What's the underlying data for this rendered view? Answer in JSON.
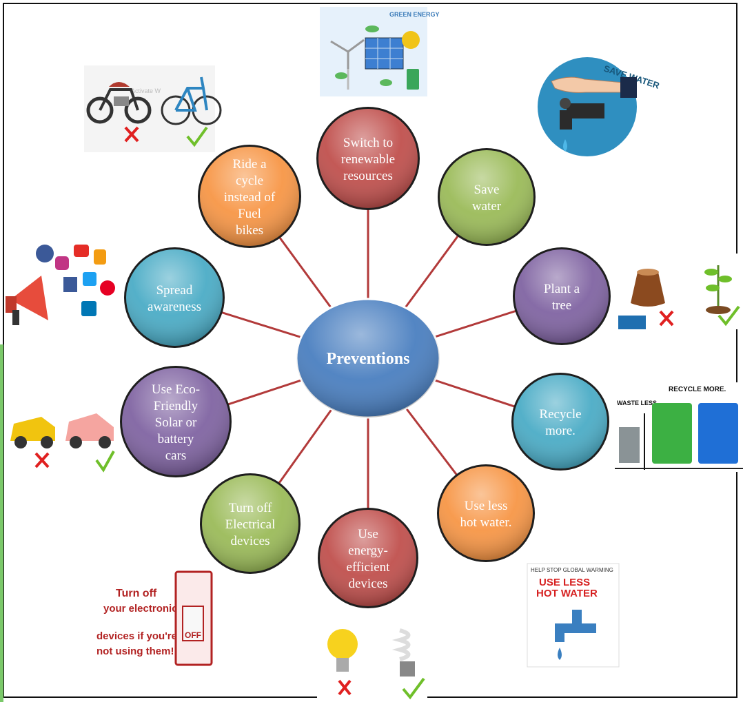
{
  "center": {
    "label": "Preventions",
    "color": "#4a7fc0"
  },
  "spoke_color": "#b23a3a",
  "nodes": [
    {
      "name": "node-renewable",
      "lines": [
        "Switch to",
        "renewable",
        "resources"
      ],
      "color": "#c0504d"
    },
    {
      "name": "node-save-water",
      "lines": [
        "Save",
        "water"
      ],
      "color": "#9bbb59"
    },
    {
      "name": "node-plant-tree",
      "lines": [
        "Plant a",
        "tree"
      ],
      "color": "#8064a2"
    },
    {
      "name": "node-recycle",
      "lines": [
        "Recycle",
        "more."
      ],
      "color": "#4bacc6"
    },
    {
      "name": "node-hot-water",
      "lines": [
        "Use less",
        "hot water."
      ],
      "color": "#f79646"
    },
    {
      "name": "node-energy-efficient",
      "lines": [
        "Use",
        "energy-",
        "efficient",
        "devices"
      ],
      "color": "#c0504d"
    },
    {
      "name": "node-turn-off",
      "lines": [
        "Turn off",
        "Electrical",
        "devices"
      ],
      "color": "#9bbb59"
    },
    {
      "name": "node-eco-cars",
      "lines": [
        "Use Eco-",
        "Friendly",
        "Solar or",
        "battery",
        "cars"
      ],
      "color": "#8064a2"
    },
    {
      "name": "node-awareness",
      "lines": [
        "Spread",
        "awareness"
      ],
      "color": "#4bacc6"
    },
    {
      "name": "node-cycle",
      "lines": [
        "Ride a",
        "cycle",
        "instead of",
        "Fuel",
        "bikes"
      ],
      "color": "#f79646"
    }
  ],
  "illustrations": {
    "green_energy": {
      "caption": "GREEN ENERGY"
    },
    "save_water": {
      "caption": "SAVE WATER"
    },
    "bikes_watermark": {
      "caption": "Activate W"
    },
    "recycle": {
      "caption": "RECYCLE MORE.",
      "waste": "WASTE LESS."
    },
    "hot_water": {
      "caption": "HELP STOP GLOBAL WARMING",
      "headline": "USE LESS HOT WATER"
    },
    "switch_note": {
      "lines": [
        "Turn off",
        "your electronic",
        "devices if you're",
        "not using them!"
      ],
      "switch_label": "OFF"
    }
  }
}
